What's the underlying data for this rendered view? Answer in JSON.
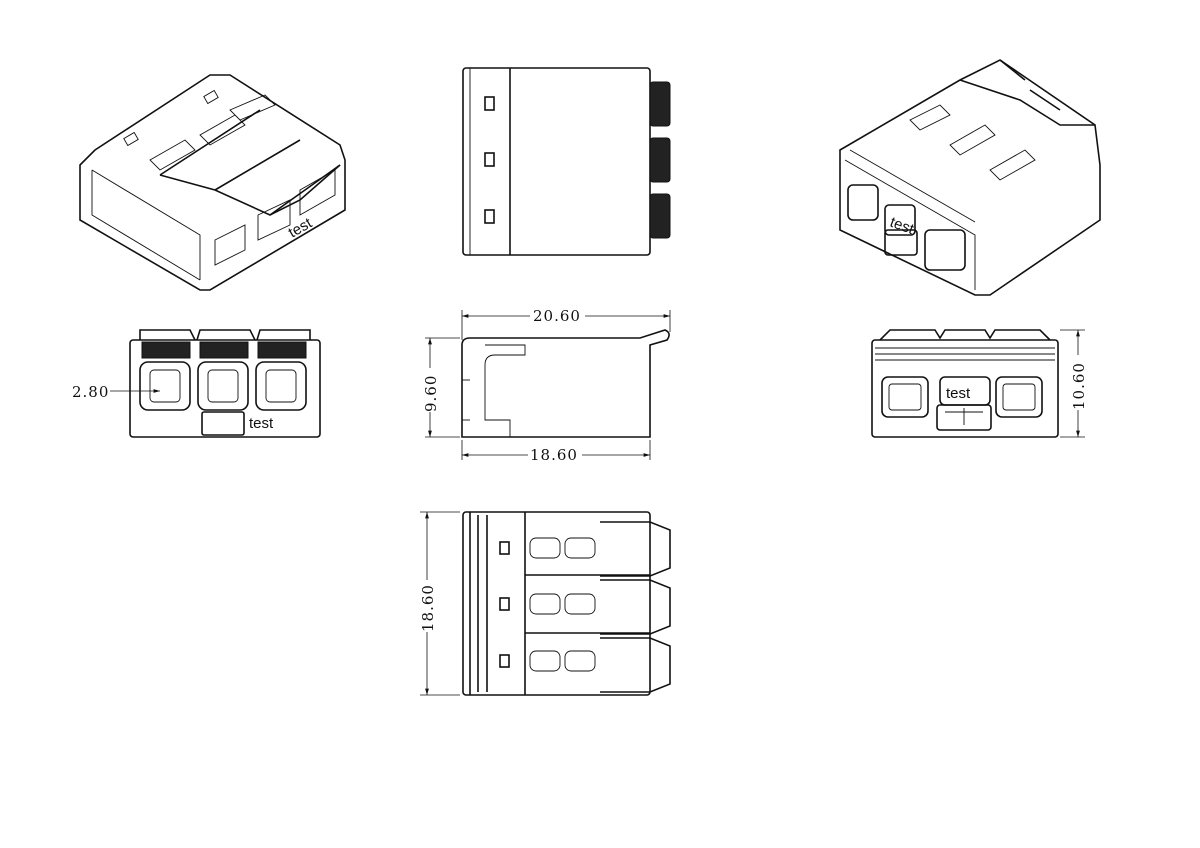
{
  "drawing": {
    "title": "3-pole push-in wire connector",
    "marking_text": "test",
    "dimensions": {
      "pitch": "2.80",
      "overall_length_with_lever": "20.60",
      "body_length": "18.60",
      "side_height": "9.60",
      "rear_height": "10.60",
      "width": "18.60"
    }
  }
}
